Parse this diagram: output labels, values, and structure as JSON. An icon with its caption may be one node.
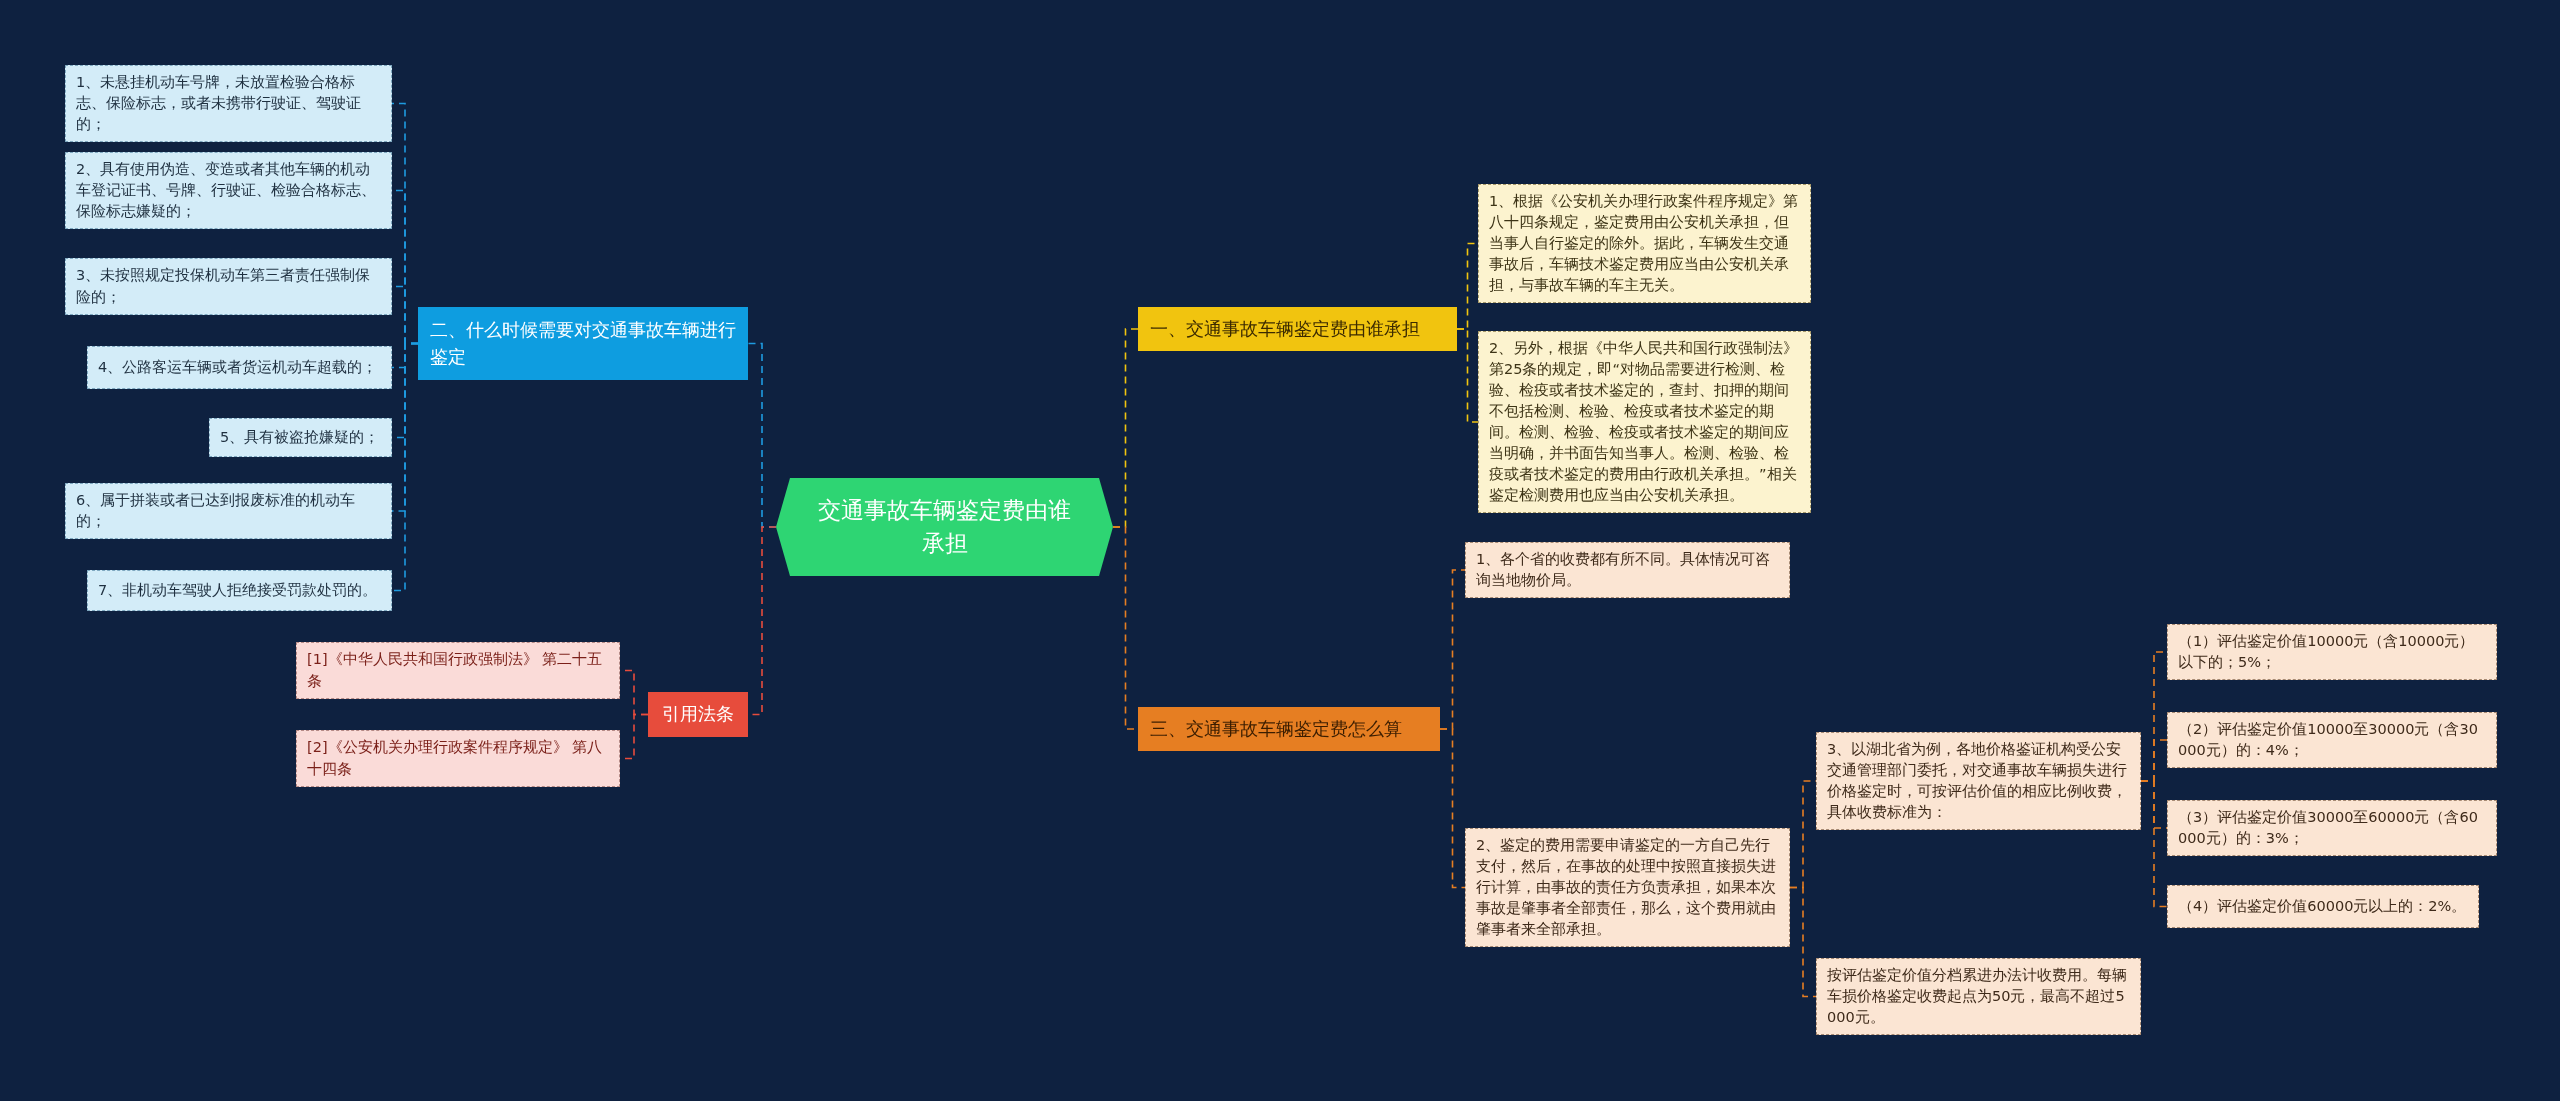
{
  "diagram": {
    "nodes": [
      {
        "text": [
          "交通事故车辆鉴定费由谁承担"
        ]
      },
      {
        "text": [
          "一、交通事故车辆鉴定费由谁承担"
        ]
      },
      {
        "text": [
          "1、根据《公安机关办理行政案件程序规定》第八十四条规定，鉴定费用由公安机关承担，但当事人自行鉴定的除外。据此，车辆发生交通事故后，车辆技术鉴定费用应当由公安机关承担，与事故车辆的车主无关。"
        ]
      },
      {
        "text": [
          "2、另外，根据《中华人民共和国行政强制法》第25条的规定，即“对物品需要进行检测、检验、检疫或者技术鉴定的，查封、扣押的期间不包括检测、检验、检疫或者技术鉴定的期间。检测、检验、检疫或者技术鉴定的期间应当明确，并书面告知当事人。检测、检验、检疫或者技术鉴定的费用由行政机关承担。”相关鉴定检测费用也应当由公安机关承担。"
        ]
      },
      {
        "text": [
          "三、交通事故车辆鉴定费怎么算"
        ]
      },
      {
        "text": [
          "1、各个省的收费都有所不同。具体情况可咨询当地物价局。"
        ]
      },
      {
        "text": [
          "2、鉴定的费用需要申请鉴定的一方自己先行支付，然后，在事故的处理中按照直接损失进行计算，由事故的责任方负责承担，如果本次事故是肇事者全部责任，那么，这个费用就由肇事者来全部承担。"
        ]
      },
      {
        "text": [
          "3、以湖北省为例，各地价格鉴证机构受公安交通管理部门委托，对交通事故车辆损失进行价格鉴定时，可按评估价值的相应比例收费，具体收费标准为："
        ]
      },
      {
        "text": [
          "（1）评估鉴定价值10000元（含10000元）以下的；5%；"
        ]
      },
      {
        "text": [
          "（2）评估鉴定价值10000至30000元（含30000元）的：4%；"
        ]
      },
      {
        "text": [
          "（3）评估鉴定价值30000至60000元（含60000元）的：3%；"
        ]
      },
      {
        "text": [
          "（4）评估鉴定价值60000元以上的：2%。"
        ]
      },
      {
        "text": [
          "按评估鉴定价值分档累进办法计收费用。每辆车损价格鉴定收费起点为50元，最高不超过5000元。"
        ]
      },
      {
        "text": [
          "二、什么时候需要对交通事故车辆进行鉴定"
        ]
      },
      {
        "text": [
          "1、未悬挂机动车号牌，未放置检验合格标志、保险标志，或者未携带行驶证、驾驶证的；"
        ]
      },
      {
        "text": [
          "2、具有使用伪造、变造或者其他车辆的机动车登记证书、号牌、行驶证、检验合格标志、保险标志嫌疑的；"
        ]
      },
      {
        "text": [
          "3、未按照规定投保机动车第三者责任强制保险的；"
        ]
      },
      {
        "text": [
          "4、公路客运车辆或者货运机动车超载的；"
        ]
      },
      {
        "text": [
          "5、具有被盗抢嫌疑的；"
        ]
      },
      {
        "text": [
          "6、属于拼装或者已达到报废标准的机动车的；"
        ]
      },
      {
        "text": [
          "7、非机动车驾驶人拒绝接受罚款处罚的。"
        ]
      },
      {
        "text": [
          "引用法条"
        ]
      },
      {
        "text": [
          "[1]《中华人民共和国行政强制法》 第二十五条"
        ]
      },
      {
        "text": [
          "[2]《公安机关办理行政案件程序规定》 第八十四条"
        ]
      }
    ],
    "edges": [
      {
        "from": 0,
        "to": 1,
        "arrow": "none",
        "style": "dashed",
        "color": "#f1c40f"
      },
      {
        "from": 1,
        "to": 2,
        "arrow": "none",
        "style": "dashed",
        "color": "#f1c40f"
      },
      {
        "from": 1,
        "to": 3,
        "arrow": "none",
        "style": "dashed",
        "color": "#f1c40f"
      },
      {
        "from": 0,
        "to": 4,
        "arrow": "none",
        "style": "dashed",
        "color": "#e67e22"
      },
      {
        "from": 4,
        "to": 5,
        "arrow": "none",
        "style": "dashed",
        "color": "#e67e22"
      },
      {
        "from": 4,
        "to": 6,
        "arrow": "none",
        "style": "dashed",
        "color": "#e67e22"
      },
      {
        "from": 6,
        "to": 7,
        "arrow": "none",
        "style": "dashed",
        "color": "#e67e22"
      },
      {
        "from": 7,
        "to": 8,
        "arrow": "none",
        "style": "dashed",
        "color": "#e67e22"
      },
      {
        "from": 7,
        "to": 9,
        "arrow": "none",
        "style": "dashed",
        "color": "#e67e22"
      },
      {
        "from": 7,
        "to": 10,
        "arrow": "none",
        "style": "dashed",
        "color": "#e67e22"
      },
      {
        "from": 7,
        "to": 11,
        "arrow": "none",
        "style": "dashed",
        "color": "#e67e22"
      },
      {
        "from": 6,
        "to": 12,
        "arrow": "none",
        "style": "dashed",
        "color": "#e67e22"
      },
      {
        "from": 0,
        "to": 13,
        "arrow": "none",
        "style": "dashed",
        "color": "#1e9be0"
      },
      {
        "from": 13,
        "to": 14,
        "arrow": "none",
        "style": "dashed",
        "color": "#1e9be0"
      },
      {
        "from": 13,
        "to": 15,
        "arrow": "none",
        "style": "dashed",
        "color": "#1e9be0"
      },
      {
        "from": 13,
        "to": 16,
        "arrow": "none",
        "style": "dashed",
        "color": "#1e9be0"
      },
      {
        "from": 13,
        "to": 17,
        "arrow": "none",
        "style": "dashed",
        "color": "#1e9be0"
      },
      {
        "from": 13,
        "to": 18,
        "arrow": "none",
        "style": "dashed",
        "color": "#1e9be0"
      },
      {
        "from": 13,
        "to": 19,
        "arrow": "none",
        "style": "dashed",
        "color": "#1e9be0"
      },
      {
        "from": 13,
        "to": 20,
        "arrow": "none",
        "style": "dashed",
        "color": "#1e9be0"
      },
      {
        "from": 0,
        "to": 21,
        "arrow": "none",
        "style": "dashed",
        "color": "#e74c3c"
      },
      {
        "from": 21,
        "to": 22,
        "arrow": "none",
        "style": "dashed",
        "color": "#e74c3c"
      },
      {
        "from": 21,
        "to": 23,
        "arrow": "none",
        "style": "dashed",
        "color": "#e74c3c"
      }
    ]
  }
}
